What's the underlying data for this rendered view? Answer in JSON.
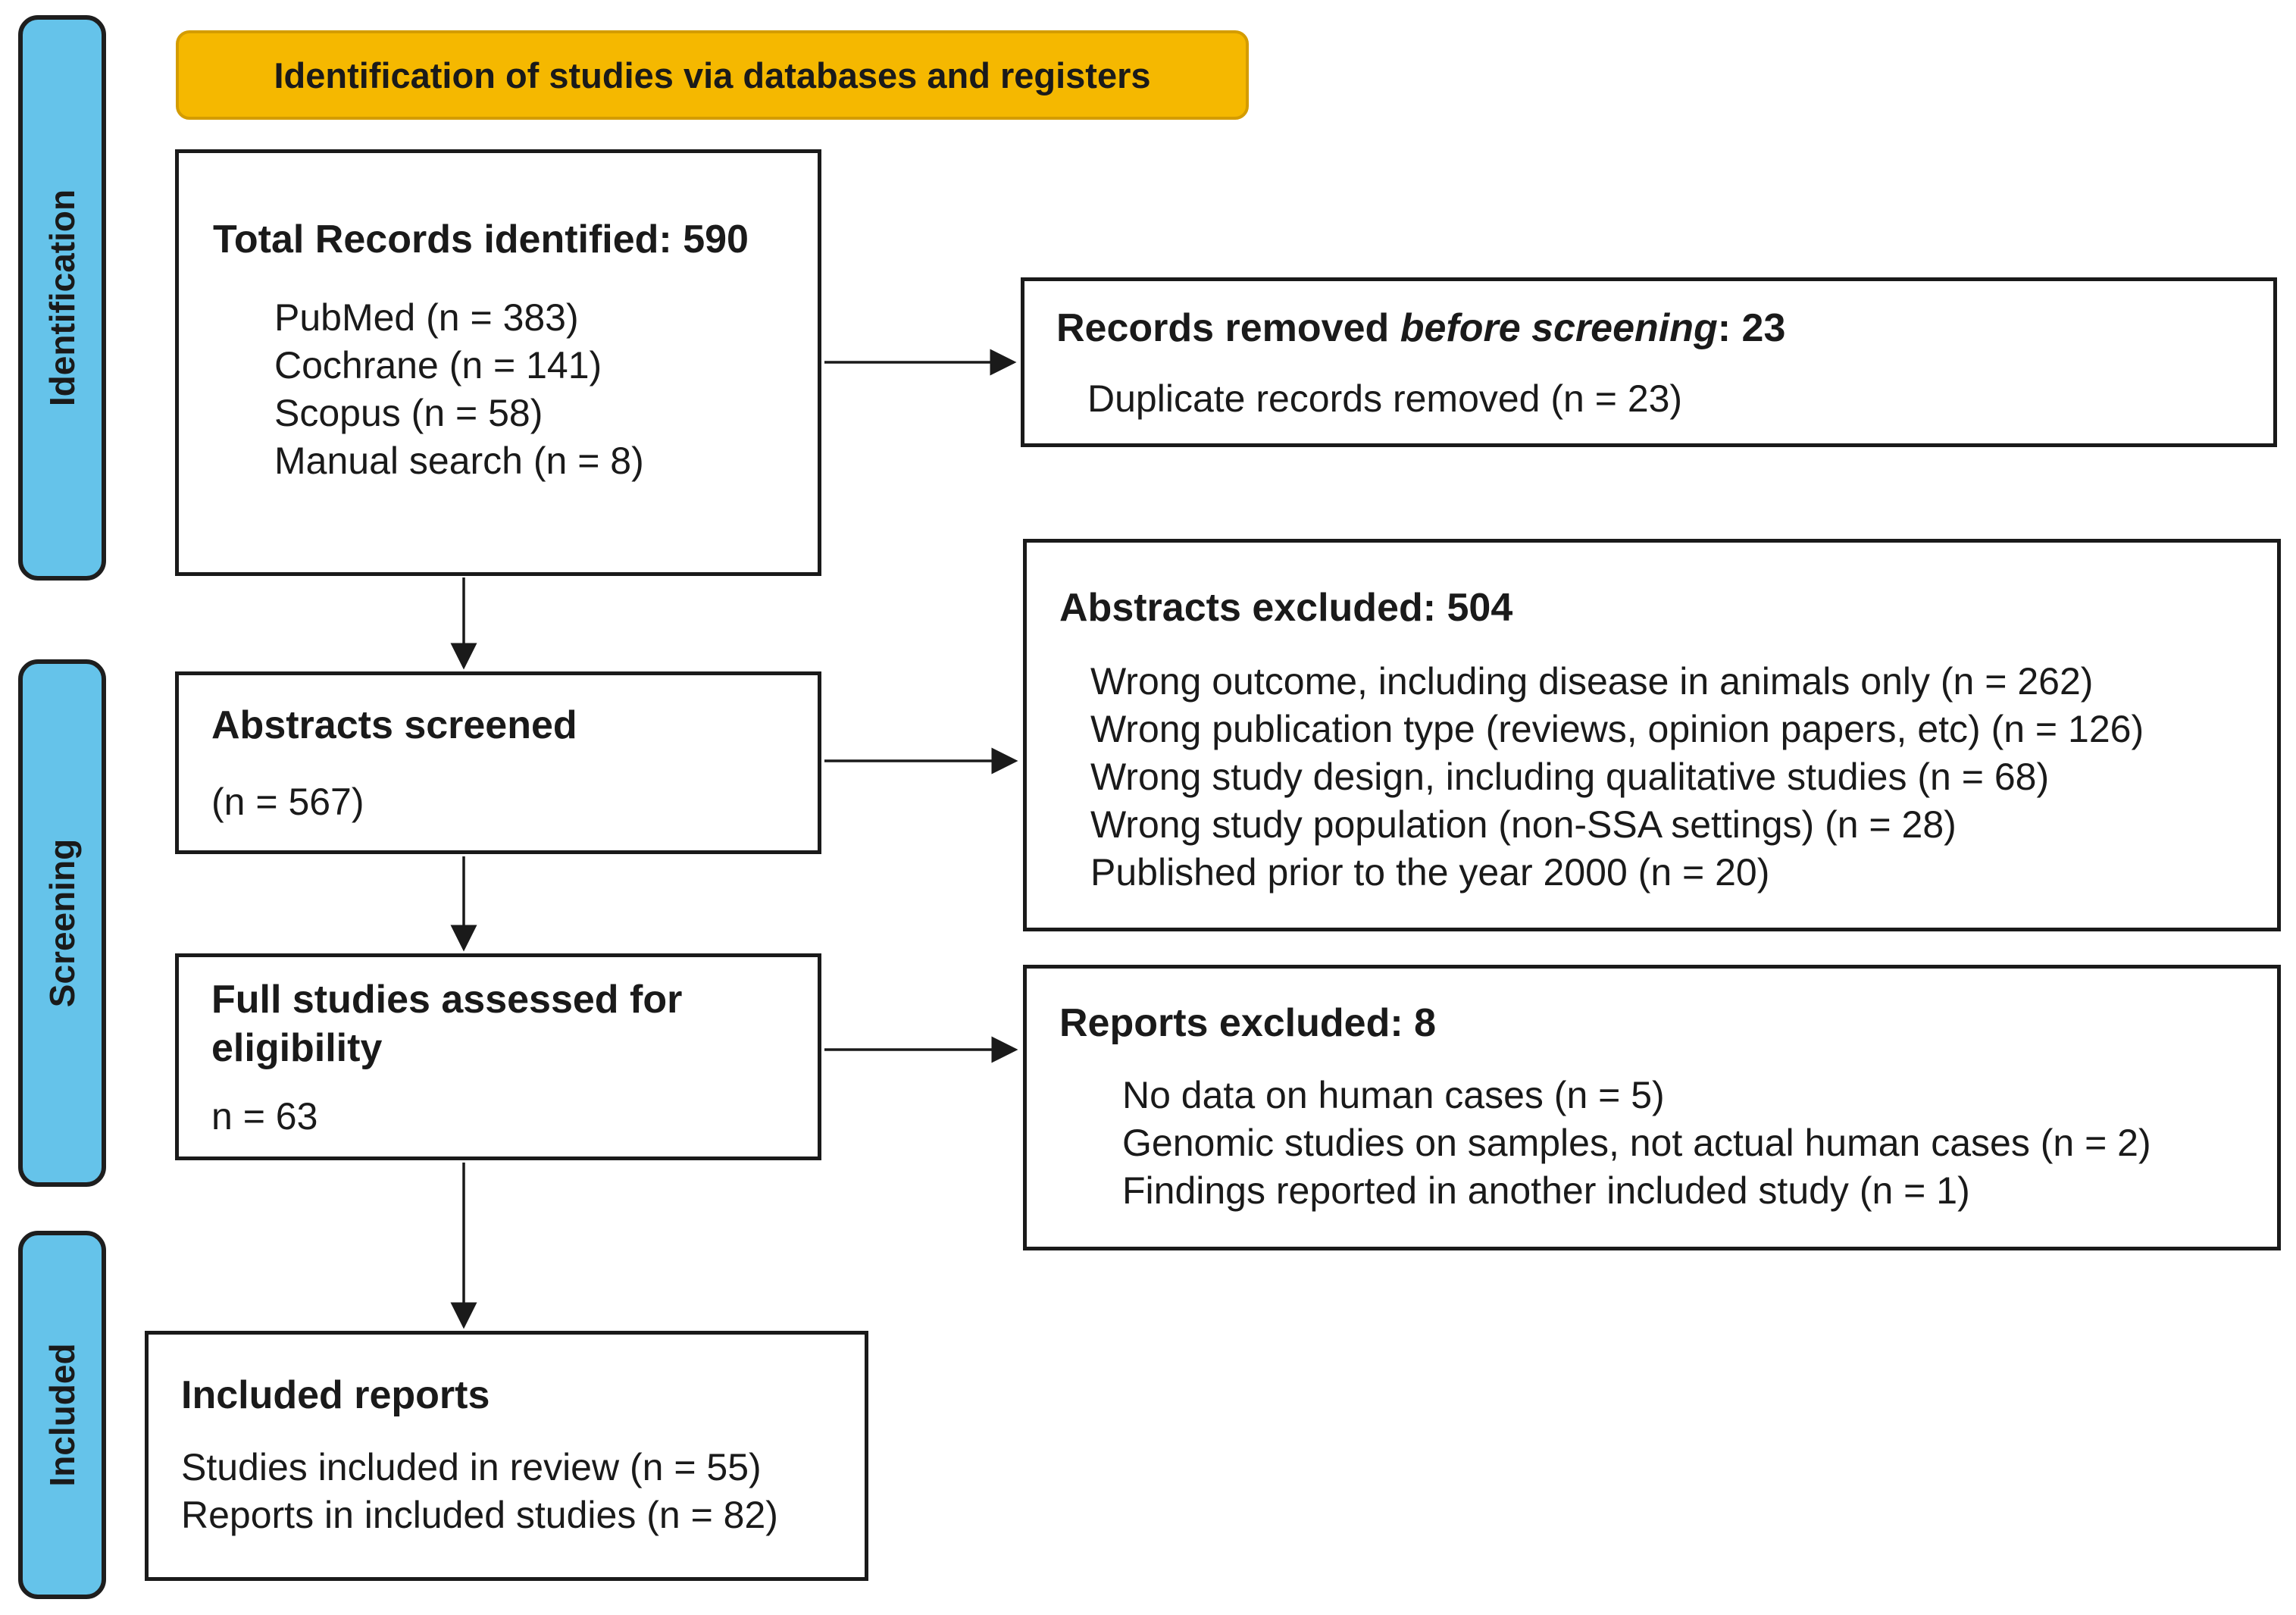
{
  "banner": {
    "label": "Identification of studies via databases and registers"
  },
  "phases": {
    "identification": "Identification",
    "screening": "Screening",
    "included": "Included"
  },
  "total_records": {
    "title": "Total Records identified: 590",
    "lines": [
      "PubMed (n = 383)",
      "Cochrane (n = 141)",
      "Scopus (n = 58)",
      "Manual search (n = 8)"
    ]
  },
  "records_removed": {
    "title_prefix": "Records removed ",
    "title_emphasis": "before screening",
    "title_suffix": ": 23",
    "lines": [
      "Duplicate records removed (n = 23)"
    ]
  },
  "abstracts_screened": {
    "title": "Abstracts screened",
    "value": "(n = 567)"
  },
  "abstracts_excluded": {
    "title": "Abstracts excluded: 504",
    "lines": [
      "Wrong outcome, including disease in animals only (n = 262)",
      "Wrong publication type (reviews, opinion papers, etc) (n = 126)",
      "Wrong study design, including qualitative studies (n = 68)",
      "Wrong study population (non-SSA settings) (n = 28)",
      "Published prior to the year 2000 (n = 20)"
    ]
  },
  "full_studies": {
    "title": "Full studies assessed for eligibility",
    "value": "n = 63"
  },
  "reports_excluded": {
    "title": "Reports excluded: 8",
    "lines": [
      "No data on human cases (n = 5)",
      "Genomic studies on samples, not actual human cases (n = 2)",
      "Findings reported in another included study (n = 1)"
    ]
  },
  "included_reports": {
    "title": "Included reports",
    "lines": [
      "Studies included in review (n = 55)",
      "Reports in included studies (n = 82)"
    ]
  },
  "colors": {
    "phase_fill": "#65c3ea",
    "banner_fill": "#f5b800",
    "border": "#1a1a1a"
  }
}
